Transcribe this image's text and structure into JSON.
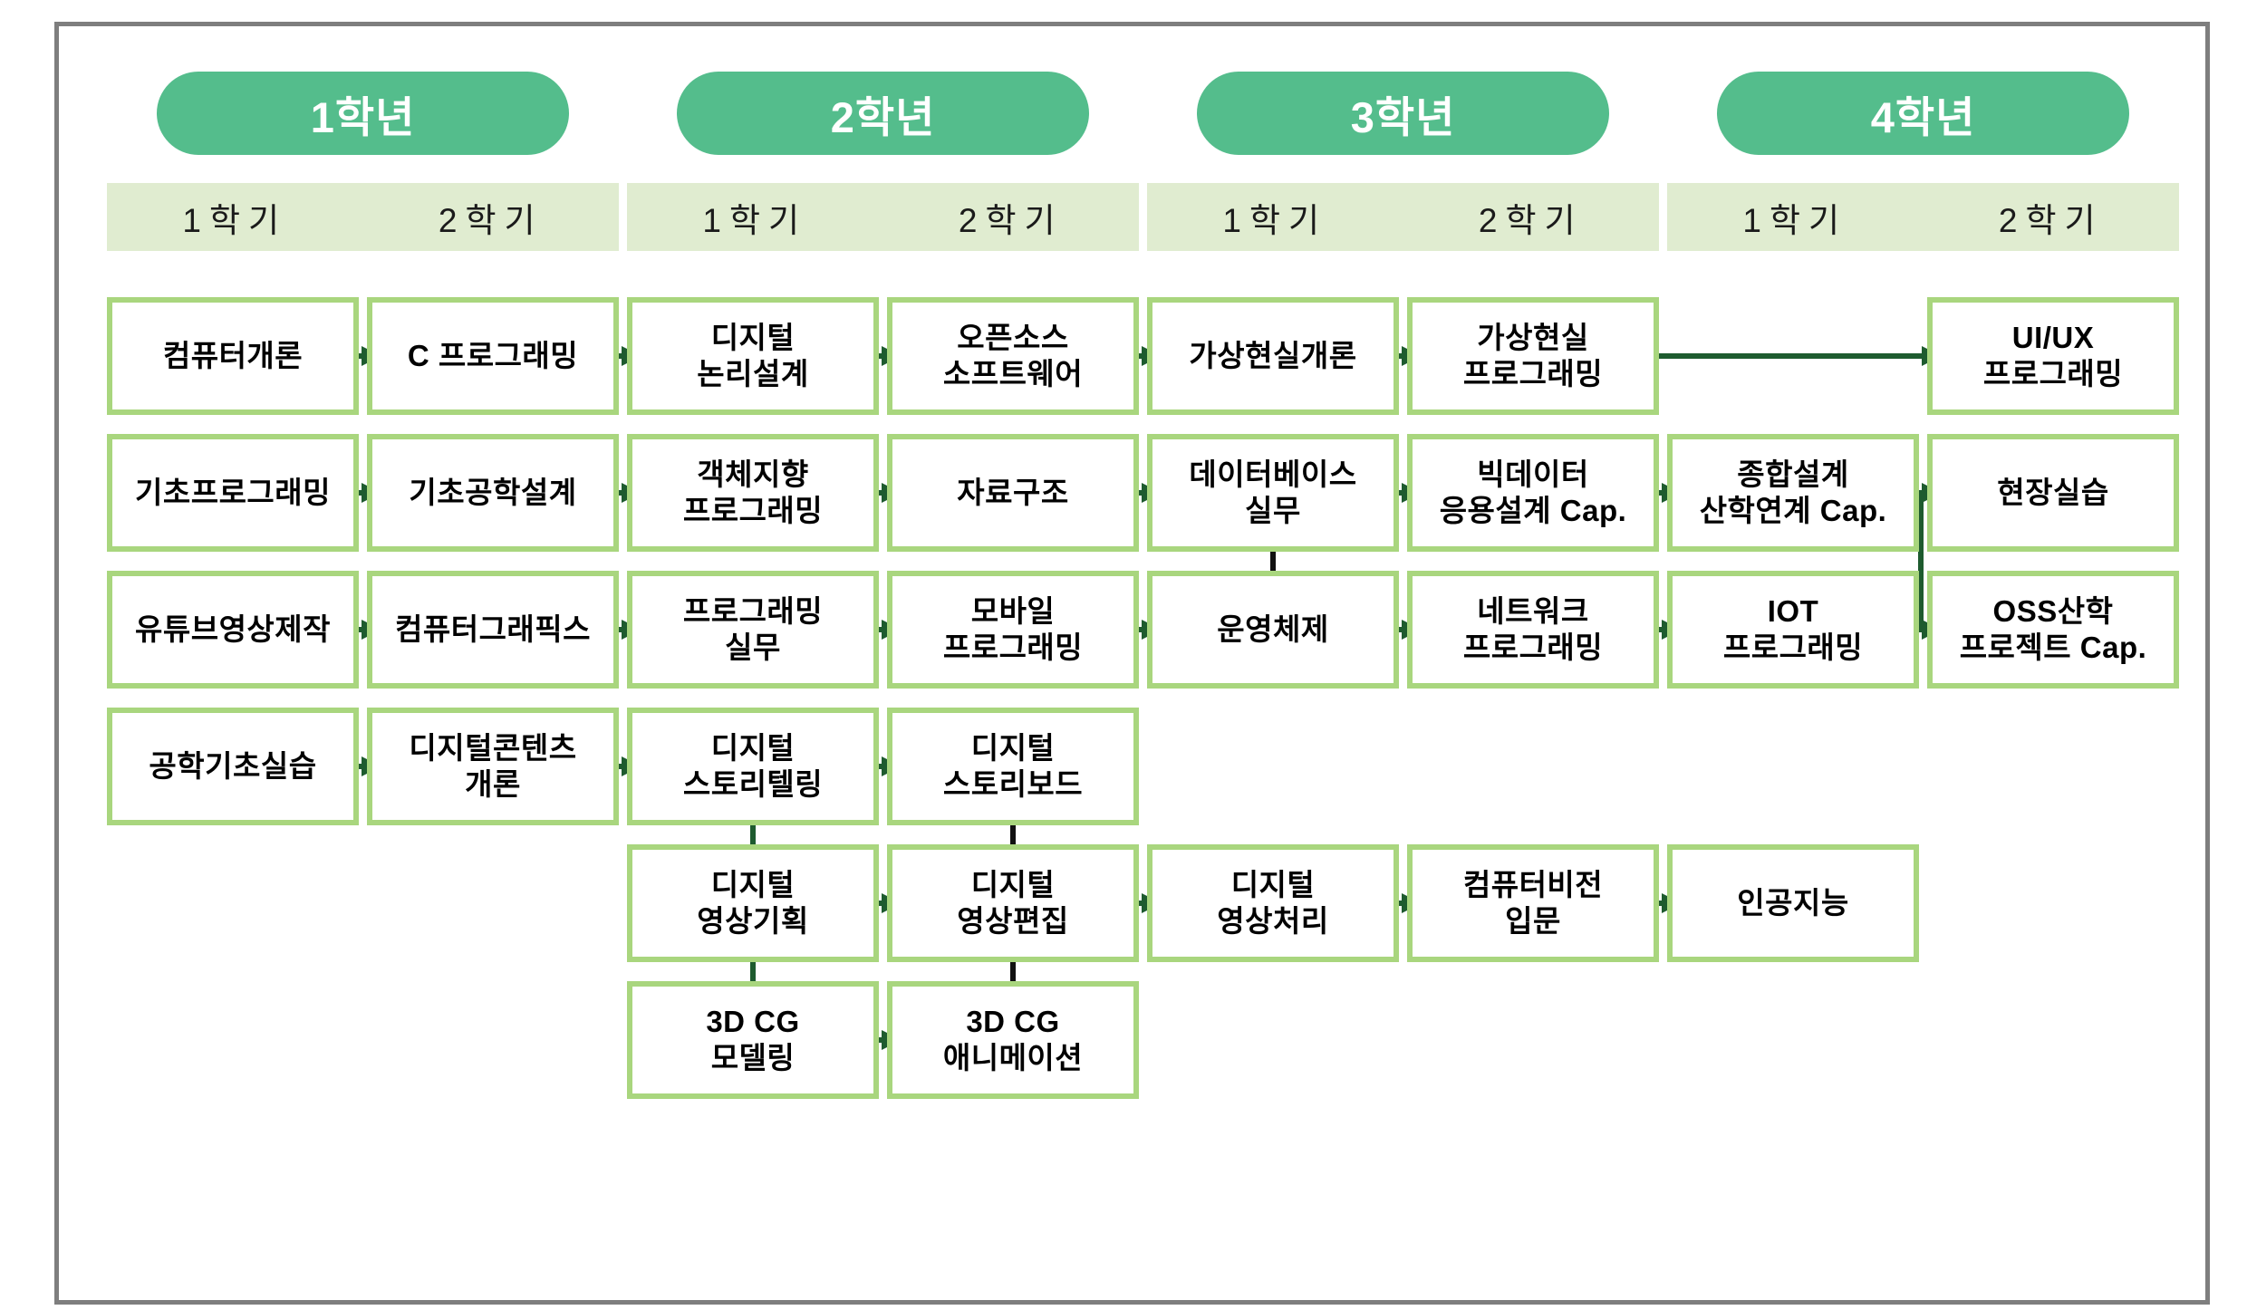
{
  "diagram_type": "curriculum-flowchart",
  "colors": {
    "pill_green": "#54BD8C",
    "bar_green": "#E0ECD0",
    "box_border": "#A9D67E",
    "arrow_green": "#1E5B2F",
    "tick_black": "#111111",
    "frame_gray": "#7E7E7E"
  },
  "years": [
    {
      "label": "1학년",
      "semesters": [
        "1학기",
        "2학기"
      ]
    },
    {
      "label": "2학년",
      "semesters": [
        "1학기",
        "2학기"
      ]
    },
    {
      "label": "3학년",
      "semesters": [
        "1학기",
        "2학기"
      ]
    },
    {
      "label": "4학년",
      "semesters": [
        "1학기",
        "2학기"
      ]
    }
  ],
  "courses": [
    {
      "id": "computer-intro",
      "label": "컴퓨터개론",
      "col": 0,
      "row": 0
    },
    {
      "id": "c-programming",
      "label": "C 프로그래밍",
      "col": 1,
      "row": 0
    },
    {
      "id": "digital-logic",
      "label": "디지털\n논리설계",
      "col": 2,
      "row": 0
    },
    {
      "id": "open-source-sw",
      "label": "오픈소스\n소프트웨어",
      "col": 3,
      "row": 0
    },
    {
      "id": "vr-intro",
      "label": "가상현실개론",
      "col": 4,
      "row": 0
    },
    {
      "id": "vr-programming",
      "label": "가상현실\n프로그래밍",
      "col": 5,
      "row": 0
    },
    {
      "id": "uiux-programming",
      "label": "UI/UX\n프로그래밍",
      "col": 7,
      "row": 0
    },
    {
      "id": "basic-programming",
      "label": "기초프로그래밍",
      "col": 0,
      "row": 1
    },
    {
      "id": "basic-eng-design",
      "label": "기초공학설계",
      "col": 1,
      "row": 1
    },
    {
      "id": "oop",
      "label": "객체지향\n프로그래밍",
      "col": 2,
      "row": 1
    },
    {
      "id": "data-structure",
      "label": "자료구조",
      "col": 3,
      "row": 1
    },
    {
      "id": "database-practice",
      "label": "데이터베이스\n실무",
      "col": 4,
      "row": 1
    },
    {
      "id": "bigdata-cap",
      "label": "빅데이터\n응용설계 Cap.",
      "col": 5,
      "row": 1
    },
    {
      "id": "capstone",
      "label": "종합설계\n산학연계 Cap.",
      "col": 6,
      "row": 1
    },
    {
      "id": "field-practice",
      "label": "현장실습",
      "col": 7,
      "row": 1
    },
    {
      "id": "youtube-video",
      "label": "유튜브영상제작",
      "col": 0,
      "row": 2
    },
    {
      "id": "computer-graphics",
      "label": "컴퓨터그래픽스",
      "col": 1,
      "row": 2
    },
    {
      "id": "programming-practice",
      "label": "프로그래밍\n실무",
      "col": 2,
      "row": 2
    },
    {
      "id": "mobile-programming",
      "label": "모바일\n프로그래밍",
      "col": 3,
      "row": 2
    },
    {
      "id": "operating-system",
      "label": "운영체제",
      "col": 4,
      "row": 2
    },
    {
      "id": "network-programming",
      "label": "네트워크\n프로그래밍",
      "col": 5,
      "row": 2
    },
    {
      "id": "iot-programming",
      "label": "IOT\n프로그래밍",
      "col": 6,
      "row": 2
    },
    {
      "id": "oss-capstone",
      "label": "OSS산학\n프로젝트 Cap.",
      "col": 7,
      "row": 2
    },
    {
      "id": "eng-basic-practice",
      "label": "공학기초실습",
      "col": 0,
      "row": 3
    },
    {
      "id": "digital-content-intro",
      "label": "디지털콘텐츠\n개론",
      "col": 1,
      "row": 3
    },
    {
      "id": "digital-storytelling",
      "label": "디지털\n스토리텔링",
      "col": 2,
      "row": 3
    },
    {
      "id": "digital-storyboard",
      "label": "디지털\n스토리보드",
      "col": 3,
      "row": 3
    },
    {
      "id": "digital-video-planning",
      "label": "디지털\n영상기획",
      "col": 2,
      "row": 4
    },
    {
      "id": "digital-video-editing",
      "label": "디지털\n영상편집",
      "col": 3,
      "row": 4
    },
    {
      "id": "digital-video-processing",
      "label": "디지털\n영상처리",
      "col": 4,
      "row": 4
    },
    {
      "id": "computer-vision",
      "label": "컴퓨터비전\n입문",
      "col": 5,
      "row": 4
    },
    {
      "id": "ai",
      "label": "인공지능",
      "col": 6,
      "row": 4
    },
    {
      "id": "cg-modeling",
      "label": "3D CG\n모델링",
      "col": 2,
      "row": 5
    },
    {
      "id": "cg-animation",
      "label": "3D CG\n애니메이션",
      "col": 3,
      "row": 5
    }
  ],
  "connections": [
    {
      "from": "computer-intro",
      "to": "c-programming",
      "style": "arrow"
    },
    {
      "from": "c-programming",
      "to": "digital-logic",
      "style": "arrow"
    },
    {
      "from": "digital-logic",
      "to": "open-source-sw",
      "style": "arrow"
    },
    {
      "from": "open-source-sw",
      "to": "vr-intro",
      "style": "arrow"
    },
    {
      "from": "vr-intro",
      "to": "vr-programming",
      "style": "arrow"
    },
    {
      "from": "vr-programming",
      "to": "uiux-programming",
      "style": "arrow"
    },
    {
      "from": "basic-programming",
      "to": "basic-eng-design",
      "style": "arrow"
    },
    {
      "from": "basic-eng-design",
      "to": "oop",
      "style": "arrow"
    },
    {
      "from": "oop",
      "to": "data-structure",
      "style": "arrow"
    },
    {
      "from": "data-structure",
      "to": "database-practice",
      "style": "arrow"
    },
    {
      "from": "database-practice",
      "to": "bigdata-cap",
      "style": "arrow"
    },
    {
      "from": "bigdata-cap",
      "to": "capstone",
      "style": "arrow"
    },
    {
      "from": "capstone",
      "to": "field-practice",
      "style": "arrow"
    },
    {
      "from": "capstone",
      "to": "oss-capstone",
      "style": "branch"
    },
    {
      "from": "youtube-video",
      "to": "computer-graphics",
      "style": "arrow"
    },
    {
      "from": "computer-graphics",
      "to": "programming-practice",
      "style": "arrow"
    },
    {
      "from": "programming-practice",
      "to": "mobile-programming",
      "style": "arrow"
    },
    {
      "from": "mobile-programming",
      "to": "operating-system",
      "style": "arrow"
    },
    {
      "from": "operating-system",
      "to": "network-programming",
      "style": "arrow"
    },
    {
      "from": "network-programming",
      "to": "iot-programming",
      "style": "arrow"
    },
    {
      "from": "eng-basic-practice",
      "to": "digital-content-intro",
      "style": "arrow"
    },
    {
      "from": "digital-content-intro",
      "to": "digital-storytelling",
      "style": "arrow"
    },
    {
      "from": "digital-storytelling",
      "to": "digital-storyboard",
      "style": "arrow"
    },
    {
      "from": "digital-storytelling",
      "to": "digital-video-planning",
      "style": "arrow-down"
    },
    {
      "from": "digital-video-planning",
      "to": "cg-modeling",
      "style": "arrow-down"
    },
    {
      "from": "digital-video-planning",
      "to": "digital-video-editing",
      "style": "arrow"
    },
    {
      "from": "digital-video-editing",
      "to": "digital-video-processing",
      "style": "arrow"
    },
    {
      "from": "digital-video-processing",
      "to": "computer-vision",
      "style": "arrow"
    },
    {
      "from": "computer-vision",
      "to": "ai",
      "style": "arrow"
    },
    {
      "from": "cg-modeling",
      "to": "cg-animation",
      "style": "arrow"
    },
    {
      "from": "database-practice",
      "to": "operating-system",
      "style": "tick"
    },
    {
      "from": "digital-storyboard",
      "to": "digital-video-editing",
      "style": "tick"
    },
    {
      "from": "digital-video-editing",
      "to": "cg-animation",
      "style": "tick"
    }
  ]
}
